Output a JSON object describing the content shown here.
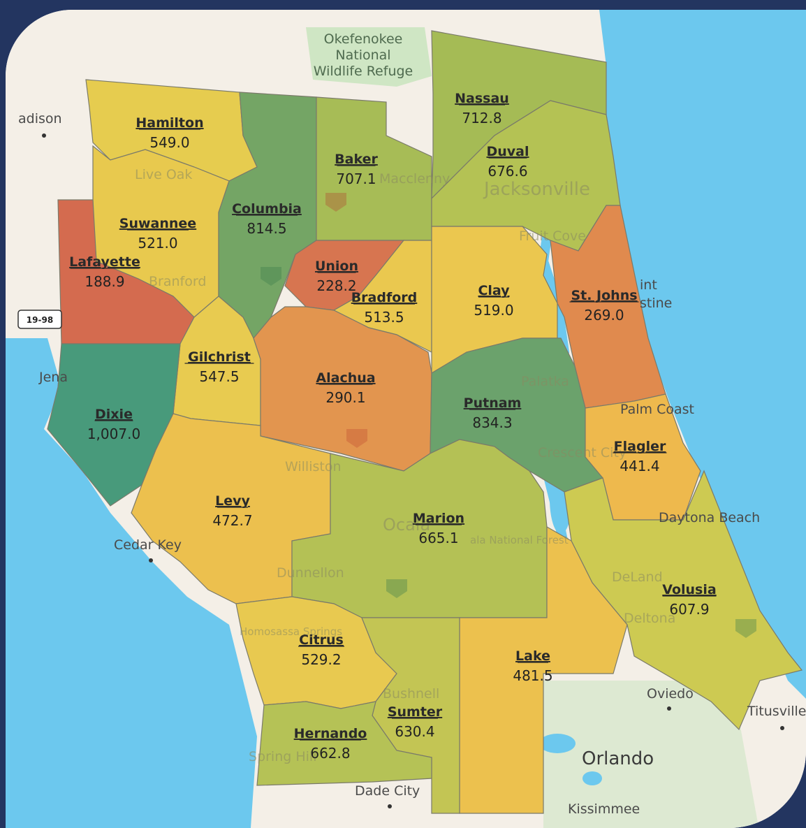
{
  "counties": [
    {
      "name": "Hamilton",
      "value": "549.0",
      "fill": "#e6cc4f"
    },
    {
      "name": "Suwannee",
      "value": "521.0",
      "fill": "#e8c94e"
    },
    {
      "name": "Lafayette",
      "value": "188.9",
      "fill": "#d46b4f"
    },
    {
      "name": "Columbia",
      "value": "814.5",
      "fill": "#74a565"
    },
    {
      "name": "Baker",
      "value": "707.1",
      "fill": "#a7bc56"
    },
    {
      "name": "Nassau",
      "value": "712.8",
      "fill": "#a5bb55"
    },
    {
      "name": "Duval",
      "value": "676.6",
      "fill": "#b4c254"
    },
    {
      "name": "Union",
      "value": "228.2",
      "fill": "#d77550"
    },
    {
      "name": "Bradford",
      "value": "513.5",
      "fill": "#eac84f"
    },
    {
      "name": "Clay",
      "value": "519.0",
      "fill": "#ebc74f"
    },
    {
      "name": "St. Johns",
      "value": "269.0",
      "fill": "#e08a4e"
    },
    {
      "name": "Gilchrist",
      "value": "547.5",
      "fill": "#e8cb50"
    },
    {
      "name": "Alachua",
      "value": "290.1",
      "fill": "#e2954f"
    },
    {
      "name": "Dixie",
      "value": "1,007.0",
      "fill": "#489a7b"
    },
    {
      "name": "Putnam",
      "value": "834.3",
      "fill": "#6ba26c"
    },
    {
      "name": "Flagler",
      "value": "441.4",
      "fill": "#eeb94d"
    },
    {
      "name": "Levy",
      "value": "472.7",
      "fill": "#ecc04e"
    },
    {
      "name": "Marion",
      "value": "665.1",
      "fill": "#b4c155"
    },
    {
      "name": "Volusia",
      "value": "607.9",
      "fill": "#cdca52"
    },
    {
      "name": "Citrus",
      "value": "529.2",
      "fill": "#e8c950"
    },
    {
      "name": "Lake",
      "value": "481.5",
      "fill": "#ecc14e"
    },
    {
      "name": "Sumter",
      "value": "630.4",
      "fill": "#c3c554"
    },
    {
      "name": "Hernando",
      "value": "662.8",
      "fill": "#b5c256"
    }
  ],
  "places": {
    "madison": "adison",
    "jena": "Jena",
    "cedar_key": "Cedar Key",
    "palm_coast": "Palm Coast",
    "daytona": "Daytona Beach",
    "oviedo": "Oviedo",
    "titusville": "Titusville",
    "orlando": "Orlando",
    "kissimmee": "Kissimmee",
    "dade_city": "Dade City",
    "augustine": "stine",
    "augustine_int": "int",
    "refuge_1": "Okefenokee",
    "refuge_2": "National",
    "refuge_3": "Wildlife Refuge",
    "live_oak": "Live Oak",
    "branford": "Branford",
    "macclenny": "Macclenny",
    "jacksonville": "Jacksonville",
    "fruit_cove": "Fruit Cove",
    "palatka": "Palatka",
    "crescent_city": "Crescent City",
    "williston": "Williston",
    "ocala": "Ocala",
    "ocala_forest": "ala National Forest",
    "dunnellon": "Dunnellon",
    "deland": "DeLand",
    "deltona": "Deltona",
    "homosassa": "Homosassa Springs",
    "bushnell": "Bushnell",
    "spring_hill": "Spring Hill",
    "shield_19_98": "19-98"
  },
  "colors": {
    "water": "#6cc8ee",
    "land": "#f4efe7",
    "frame": "#233560",
    "border": "#7a7a6a"
  }
}
